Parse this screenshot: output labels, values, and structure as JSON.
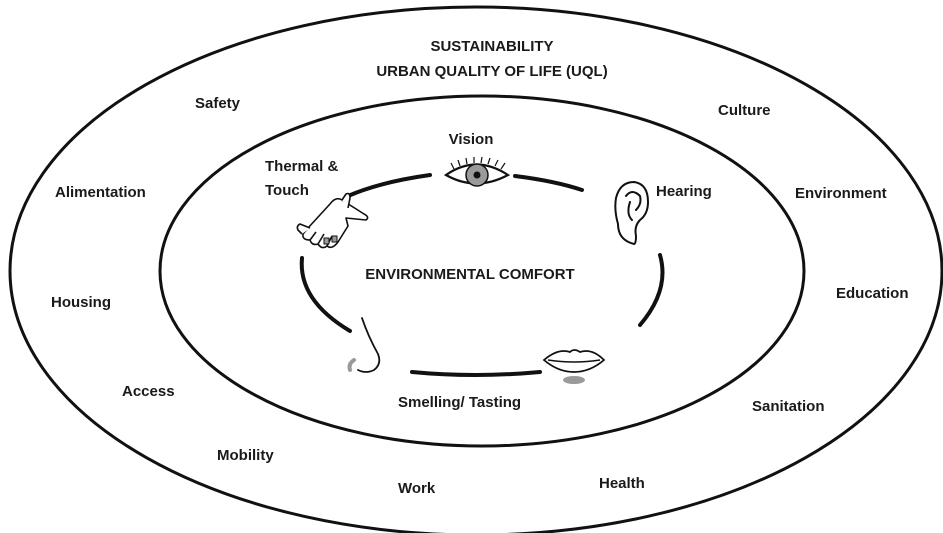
{
  "outer_ring": {
    "title_line1": "SUSTAINABILITY",
    "title_line2": "URBAN QUALITY OF LIFE (UQL)",
    "items": {
      "safety": "Safety",
      "culture": "Culture",
      "alimentation": "Alimentation",
      "environment": "Environment",
      "housing": "Housing",
      "education": "Education",
      "access": "Access",
      "sanitation": "Sanitation",
      "mobility": "Mobility",
      "health": "Health",
      "work": "Work"
    }
  },
  "inner_ring": {
    "title": "ENVIRONMENTAL COMFORT",
    "senses": {
      "vision": "Vision",
      "thermal_line1": "Thermal &",
      "thermal_line2": "Touch",
      "hearing": "Hearing",
      "smelling_tasting": "Smelling/ Tasting"
    },
    "icons": [
      "eye-icon",
      "hand-icon",
      "ear-icon",
      "nose-icon",
      "lips-icon"
    ]
  },
  "colors": {
    "stroke": "#111111",
    "icon_gray": "#9a9a9a",
    "text": "#1a1a1a"
  }
}
